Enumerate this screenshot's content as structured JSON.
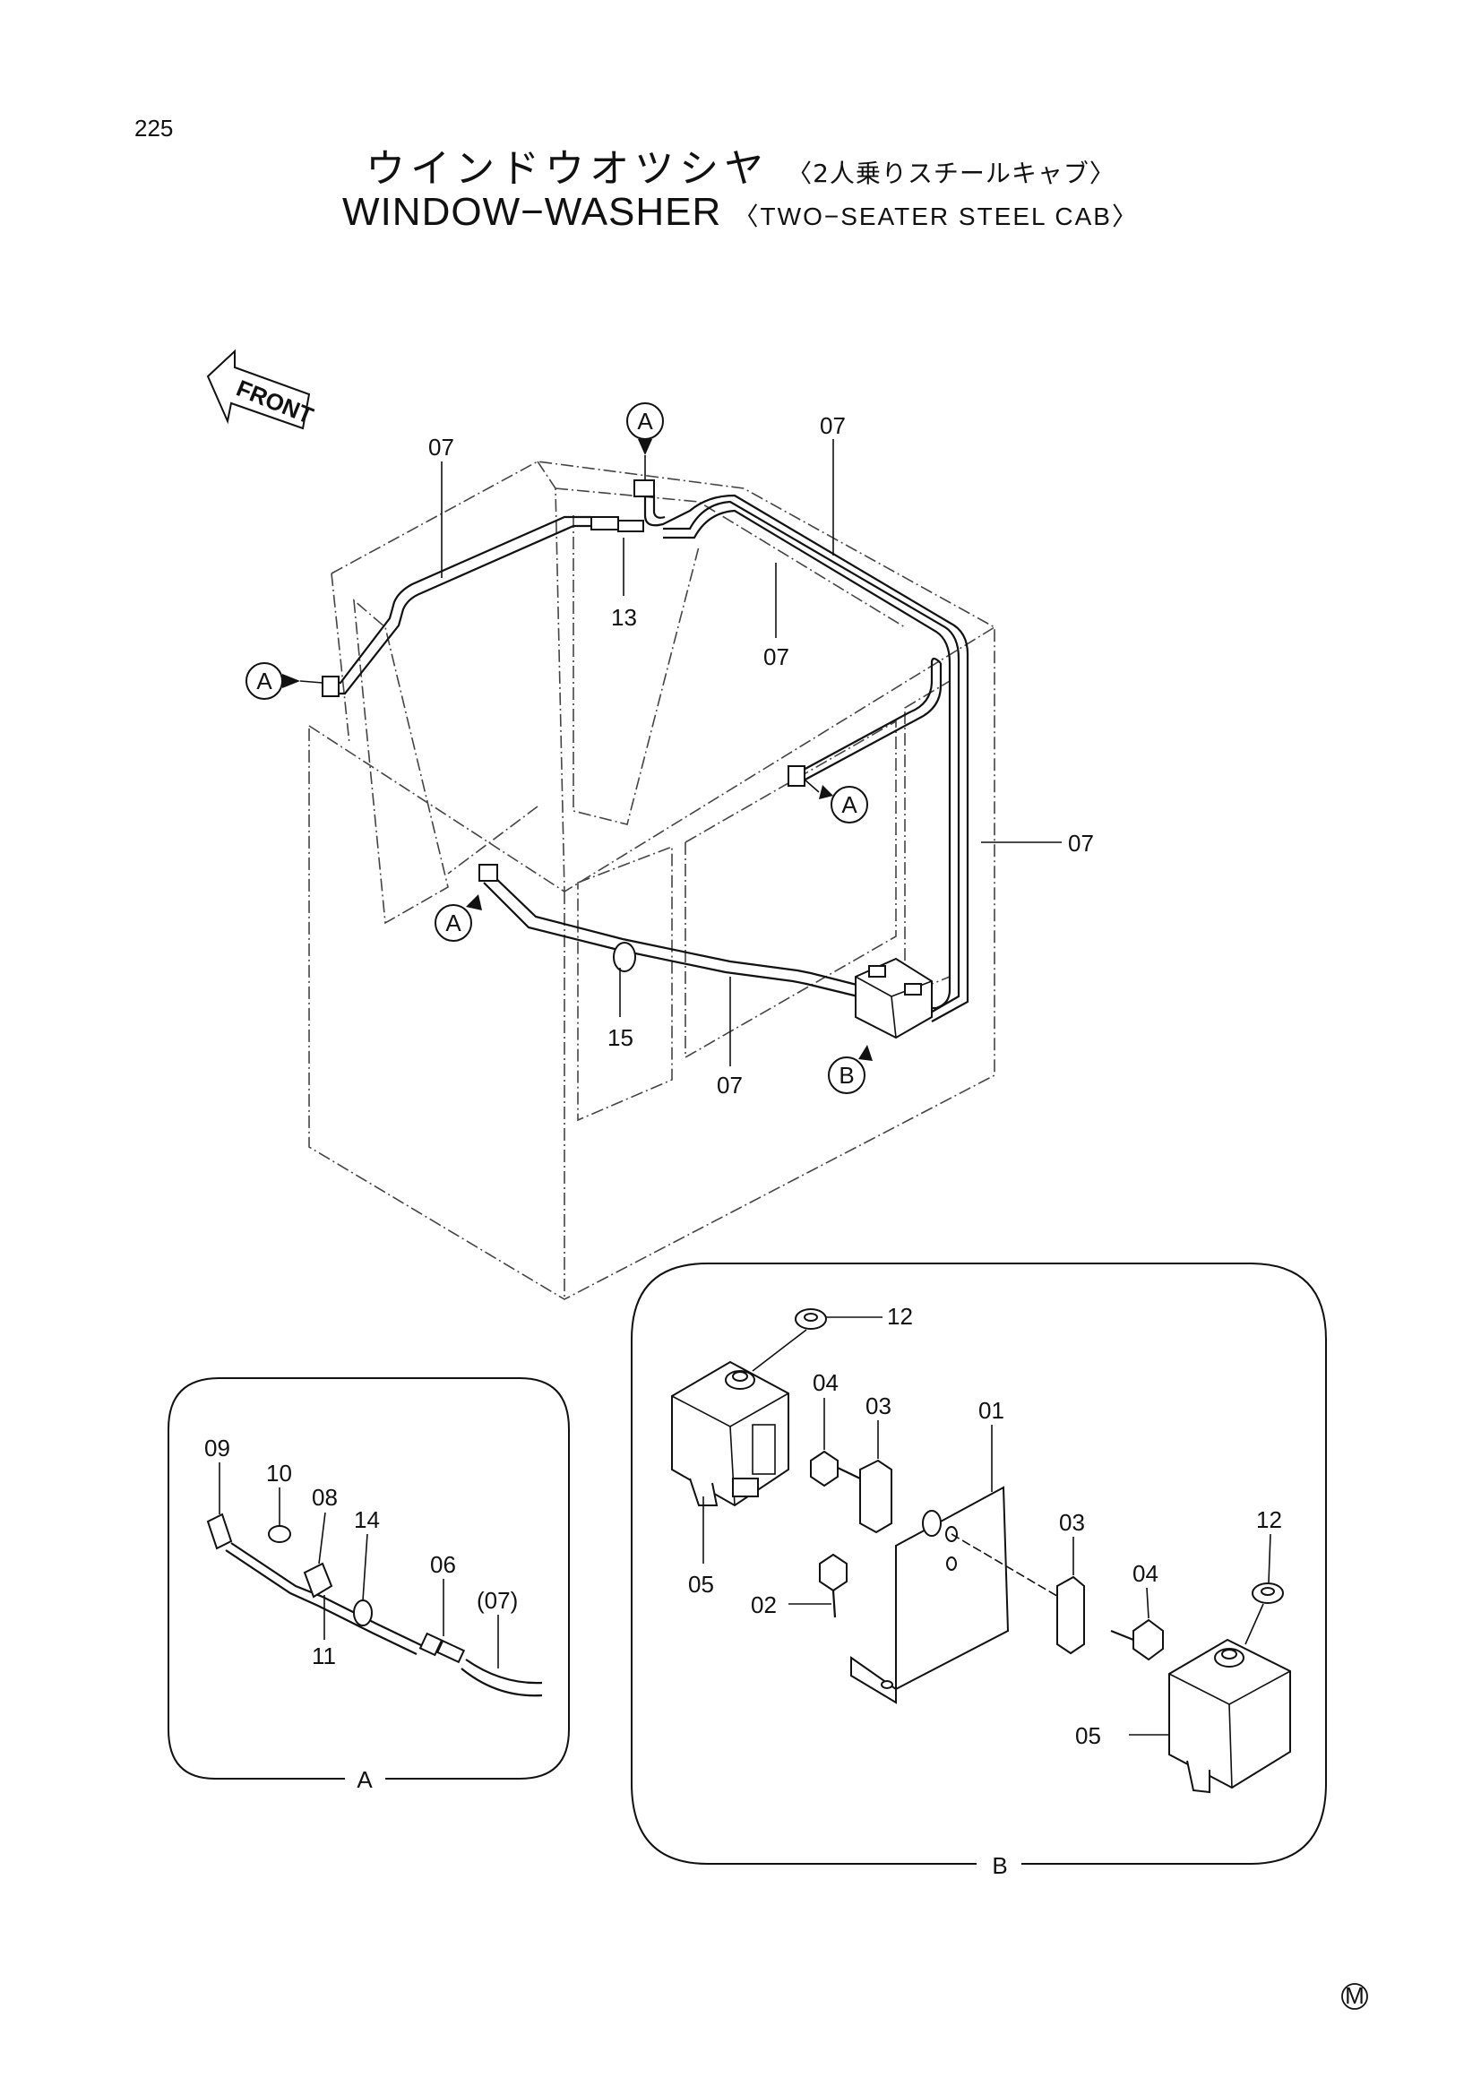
{
  "page_number": "225",
  "title_jp": "ウインドウオツシヤ",
  "title_jp_sub": "〈2人乗りスチールキャブ〉",
  "title_en": "WINDOW−WASHER",
  "title_en_sub": "〈TWO−SEATER STEEL CAB〉",
  "front_label": "FRONT",
  "callouts": {
    "a_top": "A",
    "a_left": "A",
    "a_right": "A",
    "a_bottom": "A",
    "b_main": "B"
  },
  "main_labels": {
    "p07_top_left": "07",
    "p07_top_right": "07",
    "p13": "13",
    "p07_mid": "07",
    "p07_right": "07",
    "p15": "15",
    "p07_bottom": "07"
  },
  "detail_a": {
    "caption": "A",
    "p09": "09",
    "p10": "10",
    "p08": "08",
    "p14": "14",
    "p06": "06",
    "p07": "(07)",
    "p11": "11"
  },
  "detail_b": {
    "caption": "B",
    "p12_top": "12",
    "p04_left": "04",
    "p03_left": "03",
    "p01": "01",
    "p05_left": "05",
    "p02": "02",
    "p03_right": "03",
    "p04_right": "04",
    "p12_right": "12",
    "p05_right": "05"
  },
  "footer_mark": "M"
}
